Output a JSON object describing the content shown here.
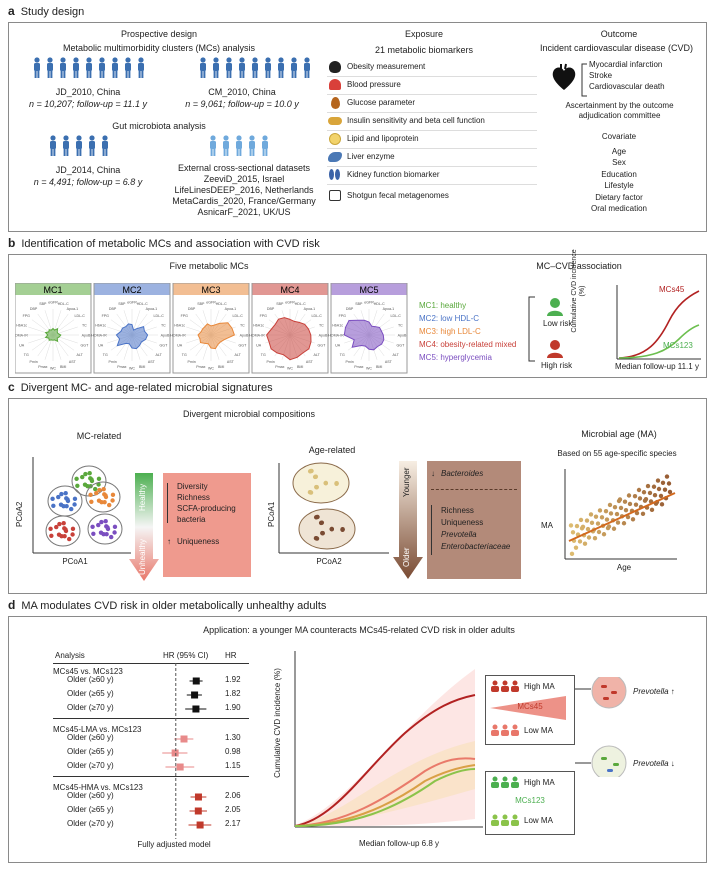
{
  "panel_a": {
    "letter": "a",
    "title": "Study design",
    "prospective_title": "Prospective design",
    "mcs_title": "Metabolic multimorbidity clusters (MCs) analysis",
    "cohort1_name": "JD_2010, China",
    "cohort1_stats": "n = 10,207; follow-up = 11.1 y",
    "cohort2_name": "CM_2010, China",
    "cohort2_stats": "n = 9,061; follow-up = 10.0 y",
    "gut_title": "Gut microbiota analysis",
    "cohort3_name": "JD_2014, China",
    "cohort3_stats": "n = 4,491; follow-up = 6.8 y",
    "external_title": "External cross-sectional datasets",
    "external": [
      "ZeeviD_2015, Israel",
      "LifeLinesDEEP_2016, Netherlands",
      "MetaCardis_2020, France/Germany",
      "AsnicarF_2021, UK/US"
    ],
    "exposure_title": "Exposure",
    "exposure_sub": "21 metabolic biomarkers",
    "exposures": [
      "Obesity measurement",
      "Blood pressure",
      "Glucose parameter",
      "Insulin sensitivity and beta cell function",
      "Lipid and lipoprotein",
      "Liver enzyme",
      "Kidney function biomarker"
    ],
    "shotgun": "Shotgun fecal metagenomes",
    "outcome_title": "Outcome",
    "outcome_sub": "Incident cardiovascular disease (CVD)",
    "outcomes": [
      "Myocardial infarction",
      "Stroke",
      "Cardiovascular death"
    ],
    "ascertain": [
      "Ascertainment by the outcome",
      "adjudication committee"
    ],
    "covariate_title": "Covariate",
    "covariates": [
      "Age",
      "Sex",
      "Education",
      "Lifestyle",
      "Dietary factor",
      "Oral medication"
    ]
  },
  "panel_b": {
    "letter": "b",
    "title": "Identification of metabolic MCs and association with CVD risk",
    "five_title": "Five metabolic MCs",
    "mc_labels": [
      "MC1",
      "MC2",
      "MC3",
      "MC4",
      "MC5"
    ],
    "mc_colors": [
      "#5aa83c",
      "#4a73c6",
      "#e8883a",
      "#c8413a",
      "#7b4ec0"
    ],
    "legend": [
      "MC1: healthy",
      "MC2: low HDL-C",
      "MC3: high LDL-C",
      "MC4: obesity-related mixed",
      "MC5: hyperglycemia"
    ],
    "assoc_title": "MC–CVD association",
    "low_risk": "Low risk",
    "high_risk": "High risk",
    "ylabel": "Cumulative CVD incidence (%)",
    "xlabel": "Median follow-up 11.1 y",
    "line_hi": "MCs45",
    "line_lo": "MCs123",
    "radar_axes": [
      "eGFR",
      "HDL-C",
      "Apoa-1",
      "LDL-C",
      "TC",
      "ApoB",
      "GGT",
      "ALT",
      "AST",
      "BMI",
      "WC",
      "Pmax",
      "Pmin",
      "TG",
      "UA",
      "HOMA-IR",
      "HbA1c",
      "FPG",
      "DBP",
      "SBP"
    ]
  },
  "panel_c": {
    "letter": "c",
    "title": "Divergent MC- and age-related microbial signatures",
    "comp_title": "Divergent microbial compositions",
    "mc_related": "MC-related",
    "healthy": "Healthy",
    "unhealthy": "Unhealthy",
    "pcoa1": "PCoA1",
    "pcoa2": "PCoA2",
    "mc_box": [
      "Diversity",
      "Richness",
      "SCFA-producing",
      "bacteria",
      "Uniqueness"
    ],
    "age_related": "Age-related",
    "younger": "Younger",
    "older": "Older",
    "age_box_top": "Bacteroides",
    "age_box": [
      "Richness",
      "Uniqueness",
      "Prevotella",
      "Enterobacteriaceae"
    ],
    "ma_title": "Microbial age (MA)",
    "ma_sub": "Based on 55 age-specific species",
    "ma_ylabel": "MA",
    "ma_xlabel": "Age"
  },
  "panel_d": {
    "letter": "d",
    "title": "MA modulates CVD risk in older metabolically unhealthy adults",
    "application": "Application: a younger MA counteracts MCs45-related CVD risk in older adults",
    "col_analysis": "Analysis",
    "col_ci": "HR (95% CI)",
    "col_hr": "HR",
    "groups": [
      {
        "name": "MCs45 vs. MCs123",
        "color": "#111111",
        "rows": [
          {
            "label": "Older (≥60 y)",
            "hr": 1.92,
            "lo": 1.55,
            "hi": 2.35,
            "hr_text": "1.92"
          },
          {
            "label": "Older (≥65 y)",
            "hr": 1.82,
            "lo": 1.42,
            "hi": 2.3,
            "hr_text": "1.82"
          },
          {
            "label": "Older (≥70 y)",
            "hr": 1.9,
            "lo": 1.35,
            "hi": 2.65,
            "hr_text": "1.90"
          }
        ]
      },
      {
        "name": "MCs45-LMA vs. MCs123",
        "color": "#e88a8a",
        "rows": [
          {
            "label": "Older (≥60 y)",
            "hr": 1.3,
            "lo": 0.95,
            "hi": 1.75,
            "hr_text": "1.30"
          },
          {
            "label": "Older (≥65 y)",
            "hr": 0.98,
            "lo": 0.65,
            "hi": 1.45,
            "hr_text": "0.98"
          },
          {
            "label": "Older (≥70 y)",
            "hr": 1.15,
            "lo": 0.72,
            "hi": 1.8,
            "hr_text": "1.15"
          }
        ]
      },
      {
        "name": "MCs45-HMA vs. MCs123",
        "color": "#c0392b",
        "rows": [
          {
            "label": "Older (≥60 y)",
            "hr": 2.06,
            "lo": 1.6,
            "hi": 2.65,
            "hr_text": "2.06"
          },
          {
            "label": "Older (≥65 y)",
            "hr": 2.05,
            "lo": 1.55,
            "hi": 2.7,
            "hr_text": "2.05"
          },
          {
            "label": "Older (≥70 y)",
            "hr": 2.17,
            "lo": 1.5,
            "hi": 3.1,
            "hr_text": "2.17"
          }
        ]
      }
    ],
    "x_ticks": [
      "0.5",
      "1",
      "2",
      "3",
      "4"
    ],
    "forest_xlabel": "Fully adjusted model",
    "curve_ylabel": "Cumulative CVD incidence (%)",
    "curve_xlabel": "Median follow-up 6.8 y",
    "high_ma": "High MA",
    "low_ma": "Low MA",
    "mcs45": "MCs45",
    "mcs123": "MCs123",
    "prev_up": "Prevotella ↑",
    "prev_down": "Prevotella ↓"
  }
}
